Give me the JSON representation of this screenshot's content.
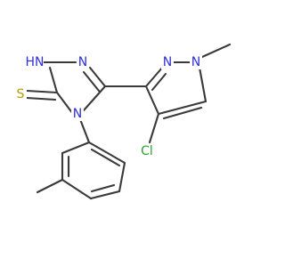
{
  "molecule": {
    "atoms": {
      "nh": {
        "text": "HN",
        "color": "#2f2fd6"
      },
      "n2": {
        "text": "N",
        "color": "#2f2fd6"
      },
      "s": {
        "text": "S",
        "color": "#b59a00"
      },
      "n4": {
        "text": "N",
        "color": "#2f2fd6"
      },
      "n2p": {
        "text": "N",
        "color": "#2f2fd6"
      },
      "n1p": {
        "text": "N",
        "color": "#2f2fd6"
      },
      "cl": {
        "text": "Cl",
        "color": "#2e9e2e"
      }
    }
  }
}
